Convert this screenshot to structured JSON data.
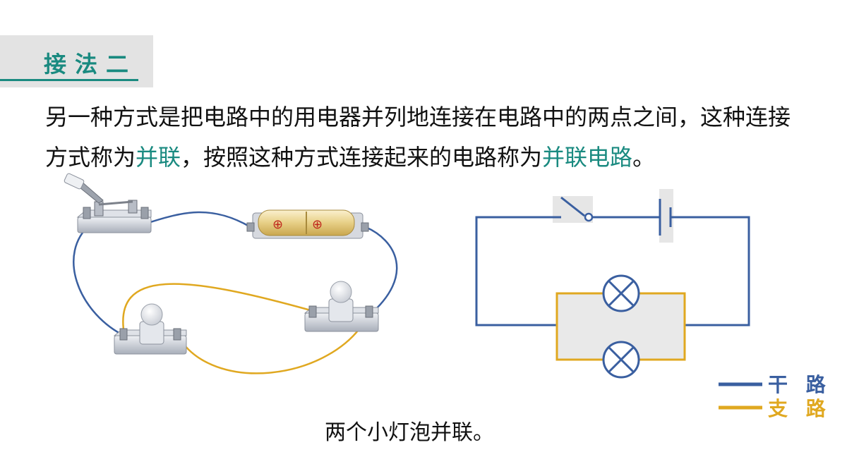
{
  "title": "接法二",
  "paragraph": {
    "part1": "另一种方式是把电路中的用电器并列地连接在电路中的两点之间，这种连接方式称为",
    "term1": "并联",
    "part2": "，按照这种方式连接起来的电路称为",
    "term2": "并联电路",
    "part3": "。"
  },
  "caption": "两个小灯泡并联。",
  "legend": [
    {
      "label": "干 路",
      "color": "#3a5fa0"
    },
    {
      "label": "支 路",
      "color": "#e0a820"
    }
  ],
  "colors": {
    "accent": "#1a8a80",
    "main_circuit": "#3a5fa0",
    "branch_circuit": "#e0a820"
  },
  "components": {
    "battery_symbols": [
      "⊕",
      "⊕"
    ]
  }
}
